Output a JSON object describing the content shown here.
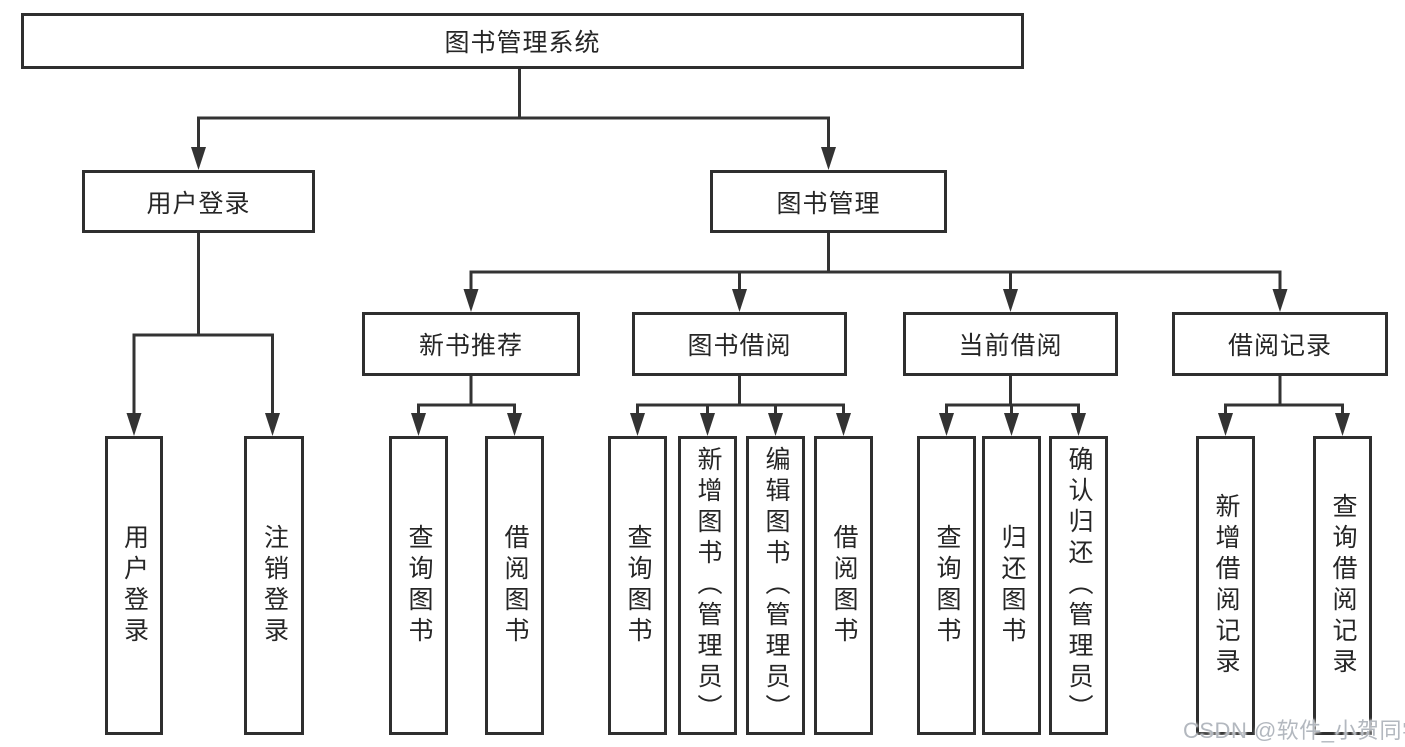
{
  "colors": {
    "line": "#333333",
    "box_border": "#2f2f2f",
    "text": "#262626",
    "background": "#ffffff",
    "watermark_text": "#b3b8bf"
  },
  "watermark": "CSDN @软件_小贺同学",
  "tree": {
    "label": "图书管理系统",
    "children": [
      {
        "label": "用户登录",
        "children": [
          {
            "label": "用户登录"
          },
          {
            "label": "注销登录"
          }
        ]
      },
      {
        "label": "图书管理",
        "children": [
          {
            "label": "新书推荐",
            "children": [
              {
                "label": "查询图书"
              },
              {
                "label": "借阅图书"
              }
            ]
          },
          {
            "label": "图书借阅",
            "children": [
              {
                "label": "查询图书"
              },
              {
                "label": "新增图书（管理员）"
              },
              {
                "label": "编辑图书（管理员）"
              },
              {
                "label": "借阅图书"
              }
            ]
          },
          {
            "label": "当前借阅",
            "children": [
              {
                "label": "查询图书"
              },
              {
                "label": "归还图书"
              },
              {
                "label": "确认归还（管理员）"
              }
            ]
          },
          {
            "label": "借阅记录",
            "children": [
              {
                "label": "新增借阅记录"
              },
              {
                "label": "查询借阅记录"
              }
            ]
          }
        ]
      }
    ]
  }
}
